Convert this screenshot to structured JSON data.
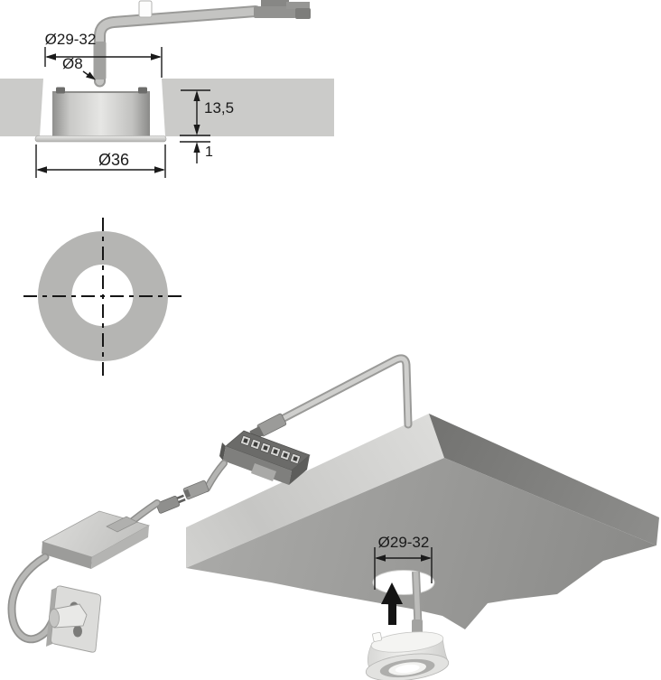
{
  "section_view": {
    "labels": {
      "cutout_diameter": "Ø29-32",
      "cable_hole_diameter": "Ø8",
      "recess_depth": "13,5",
      "flange_height": "1",
      "outer_diameter": "Ø36"
    }
  },
  "top_view": {
    "description": "front view of recessed ring"
  },
  "iso_view": {
    "labels": {
      "cutout_diameter": "Ø29-32"
    }
  },
  "colors": {
    "panel_gray": "#cbcbc9",
    "annulus_gray": "#b5b5b3",
    "slab_bottom_dark": "#8f8f8d",
    "dimension_ink": "#1a1a1a",
    "arrow_black": "#141414"
  }
}
